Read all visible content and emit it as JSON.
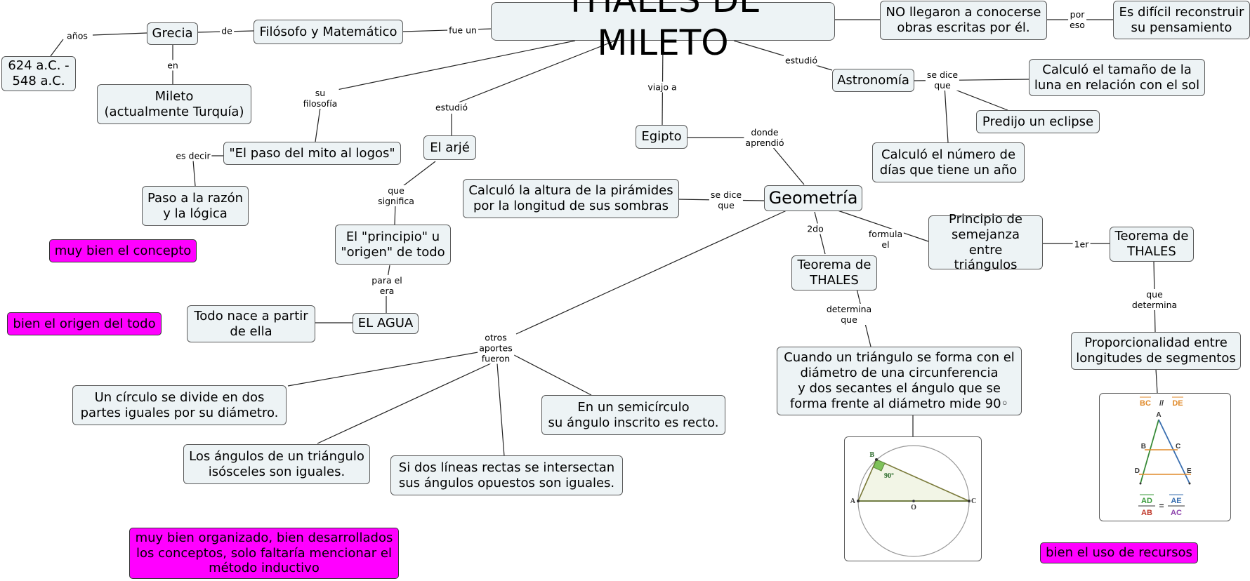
{
  "nodes": {
    "title": "THALES DE MILETO",
    "grecia": "Grecia",
    "filosofo": "Filósofo y Matemático",
    "fecha": "624 a.C. -\n548 a.C.",
    "mileto": "Mileto\n(actualmente Turquía)",
    "no_obras": "NO llegaron a conocerse\nobras escritas por él.",
    "dificil": "Es difícil reconstruir\nsu pensamiento",
    "astronomia": "Astronomía",
    "luna": "Calculó el tamaño de la\nluna en relación con el sol",
    "eclipse": "Predijo un eclipse",
    "dias": "Calculó el número de\ndías que tiene un año",
    "egipto": "Egipto",
    "geometria": "Geometría",
    "piramides": "Calculó la altura de la pirámides\npor la longitud de sus sombras",
    "principio_sem": "Principio de\nsemejanza entre\ntriángulos",
    "teorema1": "Teorema de\nTHALES",
    "teorema2": "Teorema de\nTHALES",
    "proporcionalidad": "Proporcionalidad entre\nlongitudes de segmentos",
    "cuando": "Cuando un triángulo se forma con el\ndiámetro de una circunferencia\ny dos secantes el ángulo que se\nforma frente al diámetro mide 90◦",
    "mito": "\"El paso del mito al logos\"",
    "razon": "Paso a la razón\ny la lógica",
    "arje": "El arjé",
    "principio_origen": "El \"principio\" u\n\"origen\" de todo",
    "agua": "EL AGUA",
    "todo_nace": "Todo nace a partir\nde ella",
    "circulo": "Un círculo se divide en dos\npartes iguales por su diámetro.",
    "semicirculo": "En un semicírculo\nsu ángulo inscrito es recto.",
    "angulos": "Los ángulos de un triángulo\nisósceles son iguales.",
    "lineas": "Si dos líneas rectas se intersectan\nsus ángulos opuestos son iguales."
  },
  "notes": {
    "concepto": "muy bien el concepto",
    "origen": "bien el origen del todo",
    "organizado": "muy bien organizado, bien desarrollados\nlos conceptos, solo faltaría mencionar el\nmétodo inductivo",
    "recursos": "bien el uso de recursos"
  },
  "links": {
    "anos": "años",
    "de": "de",
    "en": "en",
    "fue_un": "fue un",
    "por_eso": "por\neso",
    "estudio_astro": "estudió",
    "se_dice_astro": "se dice\nque",
    "viajo_a": "viajo a",
    "donde_aprendio": "donde\naprendió",
    "se_dice_geo": "se dice\nque",
    "formula_el": "formula\nel",
    "primero": "1er",
    "segundo": "2do",
    "que_determina": "que\ndetermina",
    "determina_que": "determina\nque",
    "su_filosofia": "su\nfilosofía",
    "es_decir": "es decir",
    "estudio_arje": "estudió",
    "que_significa": "que\nsignifica",
    "para_el_era": "para el\nera",
    "otros_aportes": "otros\naportes\nfueron"
  },
  "figures": {
    "thales_proportion": {
      "top": [
        "BC",
        "//",
        "DE"
      ],
      "points": [
        "A",
        "B",
        "C",
        "D",
        "E"
      ],
      "fraction_left": [
        "AD",
        "AB"
      ],
      "equals": "=",
      "fraction_right": [
        "AE",
        "AC"
      ]
    },
    "semicircle": {
      "points": [
        "A",
        "B",
        "C",
        "O"
      ],
      "angle": "90°"
    }
  },
  "colors": {
    "node_fill": "#edf3f5",
    "node_border": "#5a5a5a",
    "note_fill": "#ff00ff",
    "line": "#222222"
  }
}
